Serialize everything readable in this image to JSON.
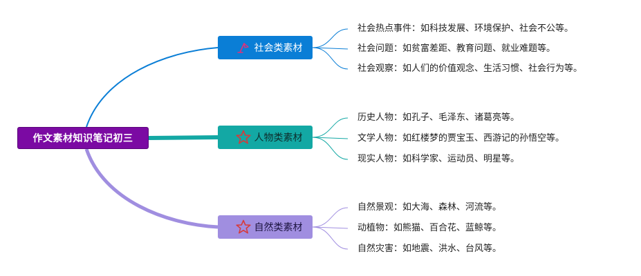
{
  "root": {
    "label": "作文素材知识笔记初三"
  },
  "branches": [
    {
      "label": "社会类素材",
      "icon": "flag-icon",
      "color": "#0a7ed6",
      "items": [
        "社会热点事件：如科技发展、环境保护、社会不公等。",
        "社会问题：如贫富差距、教育问题、就业难题等。",
        "社会观察：如人们的价值观念、生活习惯、社会行为等。"
      ]
    },
    {
      "label": "人物类素材",
      "icon": "star-icon",
      "color": "#13a8a4",
      "items": [
        "历史人物：如孔子、毛泽东、诸葛亮等。",
        "文学人物：如红楼梦的贾宝玉、西游记的孙悟空等。",
        "现实人物：如科学家、运动员、明星等。"
      ]
    },
    {
      "label": "自然类素材",
      "icon": "star-icon",
      "color": "#a08ee0",
      "items": [
        "自然景观：如大海、森林、河流等。",
        "动植物：如熊猫、百合花、蓝鲸等。",
        "自然灾害：如地震、洪水、台风等。"
      ]
    }
  ]
}
